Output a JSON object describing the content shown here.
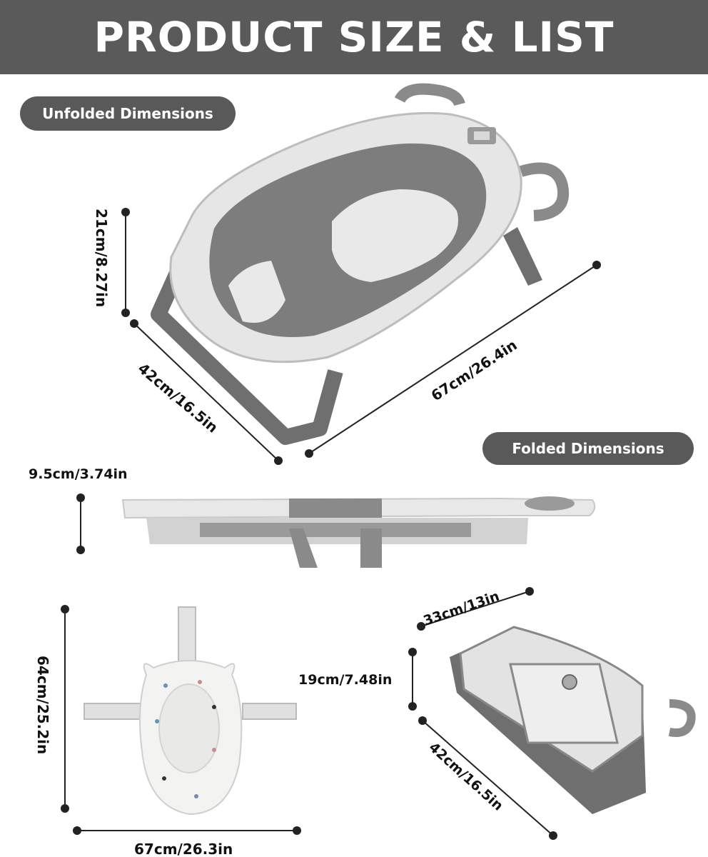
{
  "header": {
    "title": "PRODUCT SIZE & LIST"
  },
  "sections": {
    "unfolded": "Unfolded Dimensions",
    "folded": "Folded Dimensions"
  },
  "dimensions": {
    "unfolded_height": "21cm/8.27in",
    "unfolded_width": "42cm/16.5in",
    "unfolded_length": "67cm/26.4in",
    "folded_height": "9.5cm/3.74in",
    "seat_height": "64cm/25.2in",
    "seat_width": "67cm/26.3in",
    "folded_top": "33cm/13in",
    "folded_thickness": "19cm/7.48in",
    "folded_depth": "42cm/16.5in"
  },
  "colors": {
    "banner": "#5a5a5a",
    "pill": "#595959",
    "tub_gray": "#7d7d7d",
    "tub_white": "#ededed"
  }
}
